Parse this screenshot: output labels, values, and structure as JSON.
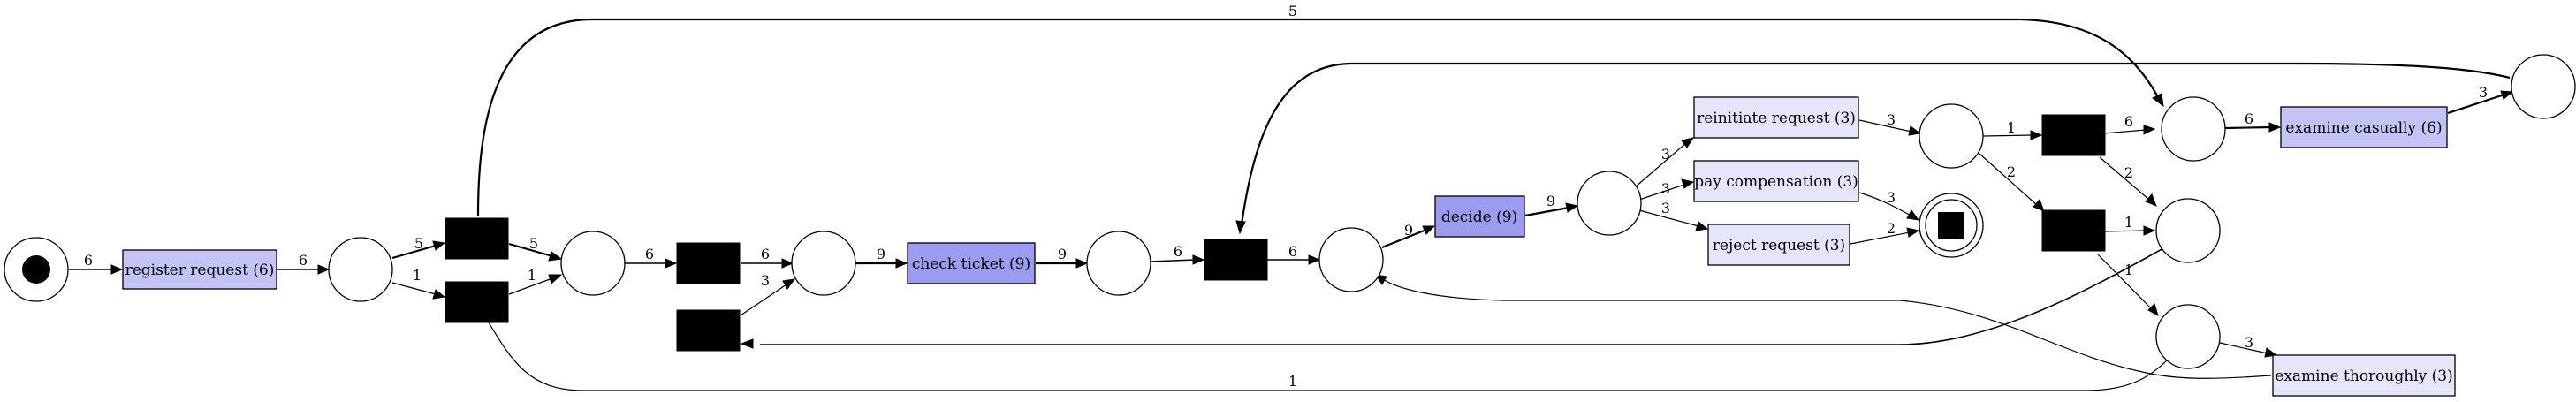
{
  "diagram": {
    "type": "petri-net",
    "colors": {
      "activity_high": "#9b9bf0",
      "activity_mid": "#c3c3f5",
      "activity_low": "#e6e6fb",
      "hidden_transition": "#000000"
    },
    "activities": [
      {
        "id": "register",
        "label": "register request (6)"
      },
      {
        "id": "check",
        "label": "check ticket (9)"
      },
      {
        "id": "decide",
        "label": "decide (9)"
      },
      {
        "id": "reinitiate",
        "label": "reinitiate request (3)"
      },
      {
        "id": "paycomp",
        "label": "pay compensation (3)"
      },
      {
        "id": "reject",
        "label": "reject request (3)"
      },
      {
        "id": "casually",
        "label": "examine casually (6)"
      },
      {
        "id": "thoroughly",
        "label": "examine thoroughly (3)"
      }
    ],
    "edge_labels": [
      "6",
      "6",
      "5",
      "1",
      "5",
      "1",
      "6",
      "6",
      "3",
      "9",
      "9",
      "6",
      "6",
      "9",
      "9",
      "3",
      "3",
      "3",
      "3",
      "3",
      "2",
      "1",
      "2",
      "6",
      "6",
      "2",
      "1",
      "1",
      "3",
      "3",
      "5",
      "1"
    ]
  }
}
